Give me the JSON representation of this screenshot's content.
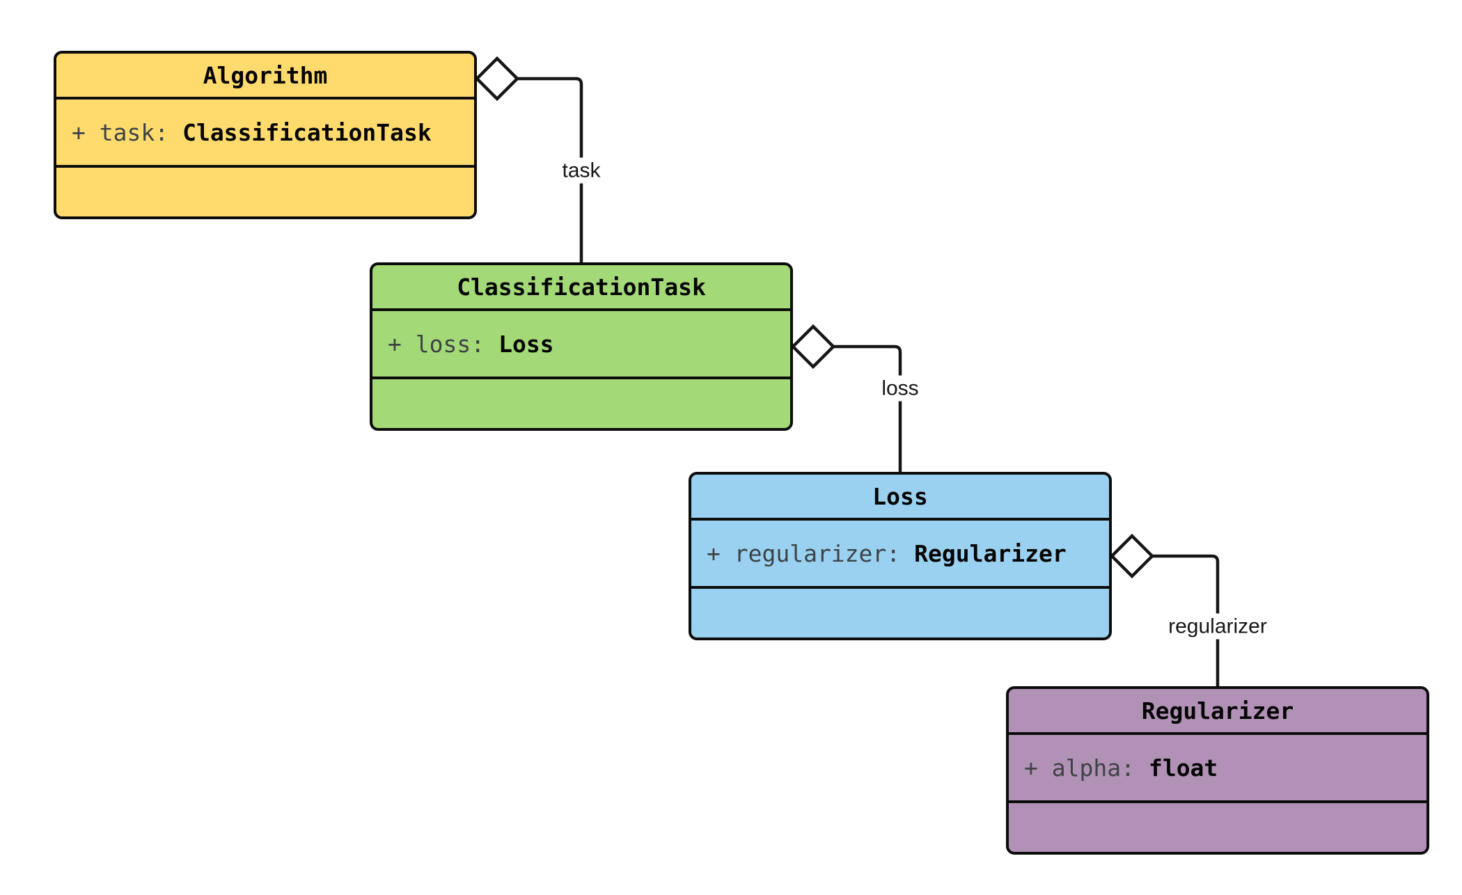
{
  "diagram_type": "uml-class-diagram",
  "background_color": "#ffffff",
  "line_color": "#161616",
  "classes": [
    {
      "name": "Algorithm",
      "fill": "#FFDB6E",
      "attribute_label": "+ task:",
      "attribute_type": "ClassificationTask"
    },
    {
      "name": "ClassificationTask",
      "fill": "#A3D977",
      "attribute_label": "+ loss:",
      "attribute_type": "Loss"
    },
    {
      "name": "Loss",
      "fill": "#9AD1F0",
      "attribute_label": "+ regularizer:",
      "attribute_type": "Regularizer"
    },
    {
      "name": "Regularizer",
      "fill": "#B192B6",
      "attribute_label": "+ alpha:",
      "attribute_type": "float"
    }
  ],
  "relations": [
    {
      "label": "task",
      "from": "Algorithm",
      "to": "ClassificationTask",
      "kind": "aggregation"
    },
    {
      "label": "loss",
      "from": "ClassificationTask",
      "to": "Loss",
      "kind": "aggregation"
    },
    {
      "label": "regularizer",
      "from": "Loss",
      "to": "Regularizer",
      "kind": "aggregation"
    }
  ]
}
